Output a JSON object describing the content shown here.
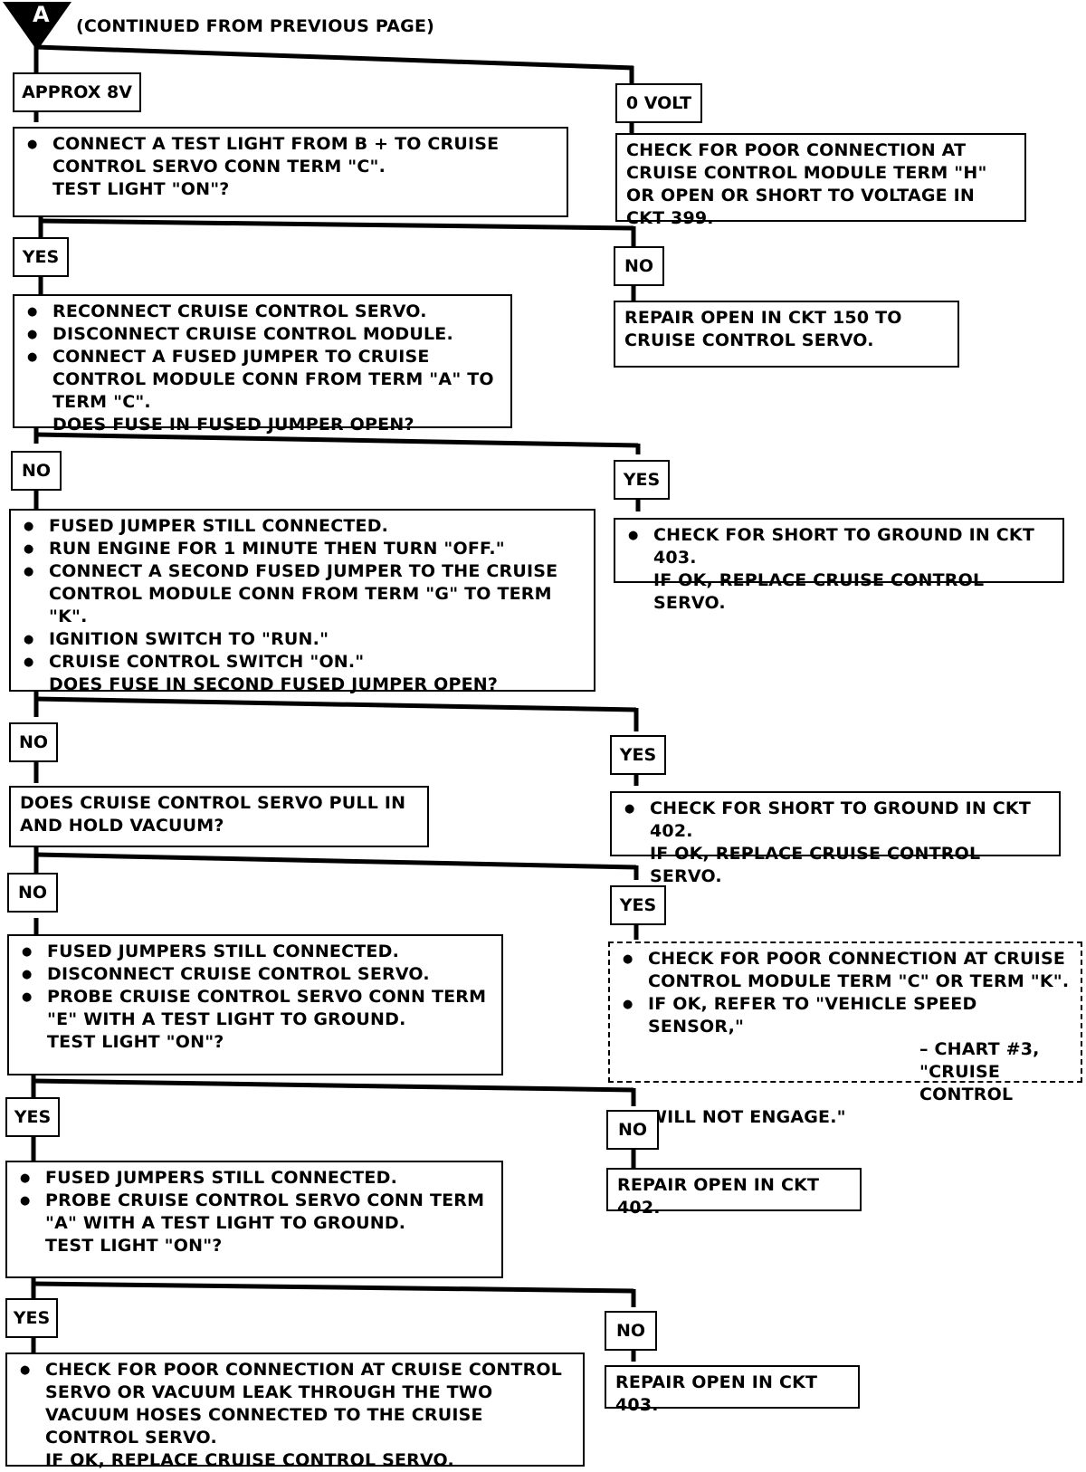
{
  "header": {
    "marker": "A",
    "text": "(CONTINUED FROM PREVIOUS PAGE)"
  },
  "labels": {
    "approx8v": "APPROX 8V",
    "zerovolt": "0 VOLT",
    "yes1": "YES",
    "no1": "NO",
    "no2": "NO",
    "yes2": "YES",
    "no3": "NO",
    "yes3": "YES",
    "no4": "NO",
    "yes4": "YES",
    "yes5": "YES",
    "no5": "NO",
    "yes6": "YES",
    "no6": "NO"
  },
  "steps": {
    "s1": [
      "CONNECT A TEST LIGHT FROM B + TO CRUISE CONTROL SERVO CONN TERM \"C\".",
      "TEST LIGHT \"ON\"?"
    ],
    "s2": [
      "RECONNECT CRUISE CONTROL SERVO.",
      "DISCONNECT CRUISE CONTROL MODULE.",
      "CONNECT A FUSED JUMPER TO CRUISE CONTROL MODULE CONN FROM TERM \"A\" TO TERM \"C\".",
      "DOES FUSE IN FUSED JUMPER OPEN?"
    ],
    "s3": [
      "FUSED JUMPER STILL CONNECTED.",
      "RUN ENGINE FOR 1 MINUTE THEN TURN \"OFF.\"",
      "CONNECT A SECOND FUSED JUMPER TO THE CRUISE CONTROL MODULE CONN FROM TERM \"G\" TO TERM \"K\".",
      "IGNITION SWITCH TO \"RUN.\"",
      "CRUISE CONTROL SWITCH \"ON.\"",
      "DOES FUSE IN SECOND FUSED JUMPER OPEN?"
    ],
    "s4": "DOES CRUISE CONTROL SERVO PULL IN AND HOLD VACUUM?",
    "s5": [
      "FUSED JUMPERS STILL CONNECTED.",
      "DISCONNECT CRUISE CONTROL SERVO.",
      "PROBE CRUISE CONTROL SERVO CONN TERM \"E\" WITH A TEST LIGHT TO GROUND.",
      "TEST LIGHT \"ON\"?"
    ],
    "s6": [
      "FUSED JUMPERS STILL CONNECTED.",
      "PROBE CRUISE CONTROL SERVO CONN TERM \"A\" WITH A TEST LIGHT TO GROUND.",
      "TEST LIGHT \"ON\"?"
    ],
    "s7": [
      "CHECK FOR POOR CONNECTION AT CRUISE CONTROL SERVO OR  VACUUM LEAK THROUGH THE TWO VACUUM HOSES CONNECTED TO THE CRUISE CONTROL SERVO.",
      "IF OK, REPLACE CRUISE CONTROL SERVO."
    ]
  },
  "results": {
    "r1": "CHECK FOR POOR CONNECTION AT CRUISE CONTROL MODULE TERM \"H\" OR OPEN OR SHORT TO VOLTAGE IN CKT 399.",
    "r2": "REPAIR OPEN IN CKT 150 TO CRUISE CONTROL SERVO.",
    "r3": [
      "CHECK FOR SHORT TO GROUND IN CKT 403.",
      "IF OK, REPLACE CRUISE CONTROL SERVO."
    ],
    "r4": [
      "CHECK FOR SHORT TO GROUND IN CKT 402.",
      "IF OK, REPLACE CRUISE CONTROL SERVO."
    ],
    "r5": [
      "CHECK FOR POOR CONNECTION AT CRUISE CONTROL MODULE TERM \"C\" OR TERM \"K\".",
      "IF OK, REFER TO \"VEHICLE SPEED SENSOR,\"",
      "– CHART #3, \"CRUISE CONTROL",
      "WILL NOT ENGAGE.\""
    ],
    "r6": "REPAIR OPEN IN CKT 402.",
    "r7": "REPAIR OPEN IN CKT 403."
  }
}
